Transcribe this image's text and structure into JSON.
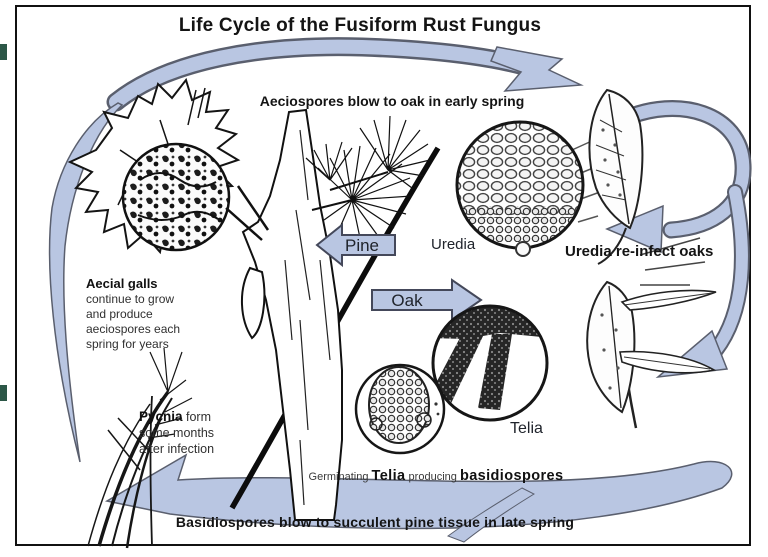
{
  "title": "Life Cycle of the Fusiform Rust Fungus",
  "captions": {
    "top": "Aeciospores blow to oak in early spring",
    "uredia_reinfect": "Uredia re-infect oaks",
    "bottom": "Basidiospores blow to succulent pine tissue in late spring"
  },
  "host_arrows": {
    "pine": "Pine",
    "oak": "Oak"
  },
  "structure_labels": {
    "uredia": "Uredia",
    "telia": "Telia"
  },
  "aecial_galls": {
    "title": "Aecial galls",
    "lines": [
      "continue to grow",
      "and produce",
      "aeciospores each",
      "spring for years"
    ]
  },
  "pycnia": {
    "title": "Pycnia",
    "title_suffix": " form",
    "lines": [
      "some months",
      "after infection"
    ]
  },
  "germinating_caption": {
    "pre": "Germinating ",
    "telia": "Telia",
    "mid": " producing ",
    "post": "basidiospores"
  },
  "colors": {
    "arrow_fill": "#b9c6e2",
    "arrow_edge": "#5a5f6e",
    "ink": "#141414",
    "edge_mark": "#2c5747"
  }
}
